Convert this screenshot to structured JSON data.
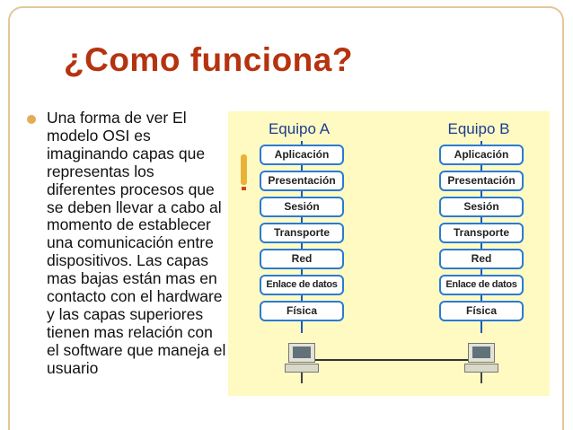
{
  "slide": {
    "title": "¿Como funciona?",
    "bullet": "Una forma de ver El modelo OSI es imaginando capas que representas los diferentes procesos que se deben llevar a cabo al momento de establecer una comunicación entre dispositivos. Las capas mas bajas están mas en contacto con el hardware y las capas superiores tienen mas relación con el software que maneja el usuario"
  },
  "diagram": {
    "equipo_a": {
      "title": "Equipo A",
      "layers": [
        "Aplicación",
        "Presentación",
        "Sesión",
        "Transporte",
        "Red",
        "Enlace de datos",
        "Física"
      ]
    },
    "equipo_b": {
      "title": "Equipo B",
      "layers": [
        "Aplicación",
        "Presentación",
        "Sesión",
        "Transporte",
        "Red",
        "Enlace de datos",
        "Física"
      ]
    },
    "colors": {
      "title": "#b5330f",
      "layer_border": "#2a7bd5",
      "equipo_title": "#1a3d91",
      "diagram_bg": "#fffac2",
      "bullet": "#e3ad55"
    }
  }
}
